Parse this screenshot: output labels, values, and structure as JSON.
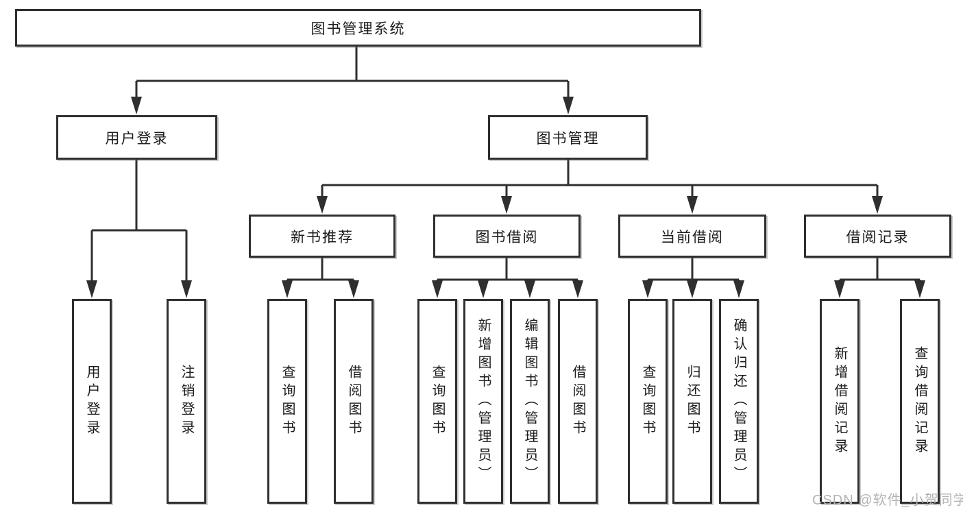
{
  "title": "图书管理系统",
  "level2": {
    "user_login": "用户登录",
    "book_mgmt": "图书管理"
  },
  "level3": {
    "new_books": "新书推荐",
    "borrow": "图书借阅",
    "current": "当前借阅",
    "records": "借阅记录"
  },
  "leaves": {
    "user_login": "用户登录",
    "logout": "注销登录",
    "nb_query": "查询图书",
    "nb_borrow": "借阅图书",
    "bb_query": "查询图书",
    "bb_add": "新增图书（管理员）",
    "bb_edit": "编辑图书（管理员）",
    "bb_borrow": "借阅图书",
    "cb_query": "查询图书",
    "cb_return": "归还图书",
    "cb_confirm": "确认归还（管理员）",
    "br_add": "新增借阅记录",
    "br_query": "查询借阅记录"
  },
  "watermark": "CSDN @软件_小贺同学",
  "colors": {
    "line": "#2f2f2f",
    "text": "#1c1c1c",
    "watermark": "#b3b3b3",
    "background": "#ffffff"
  }
}
